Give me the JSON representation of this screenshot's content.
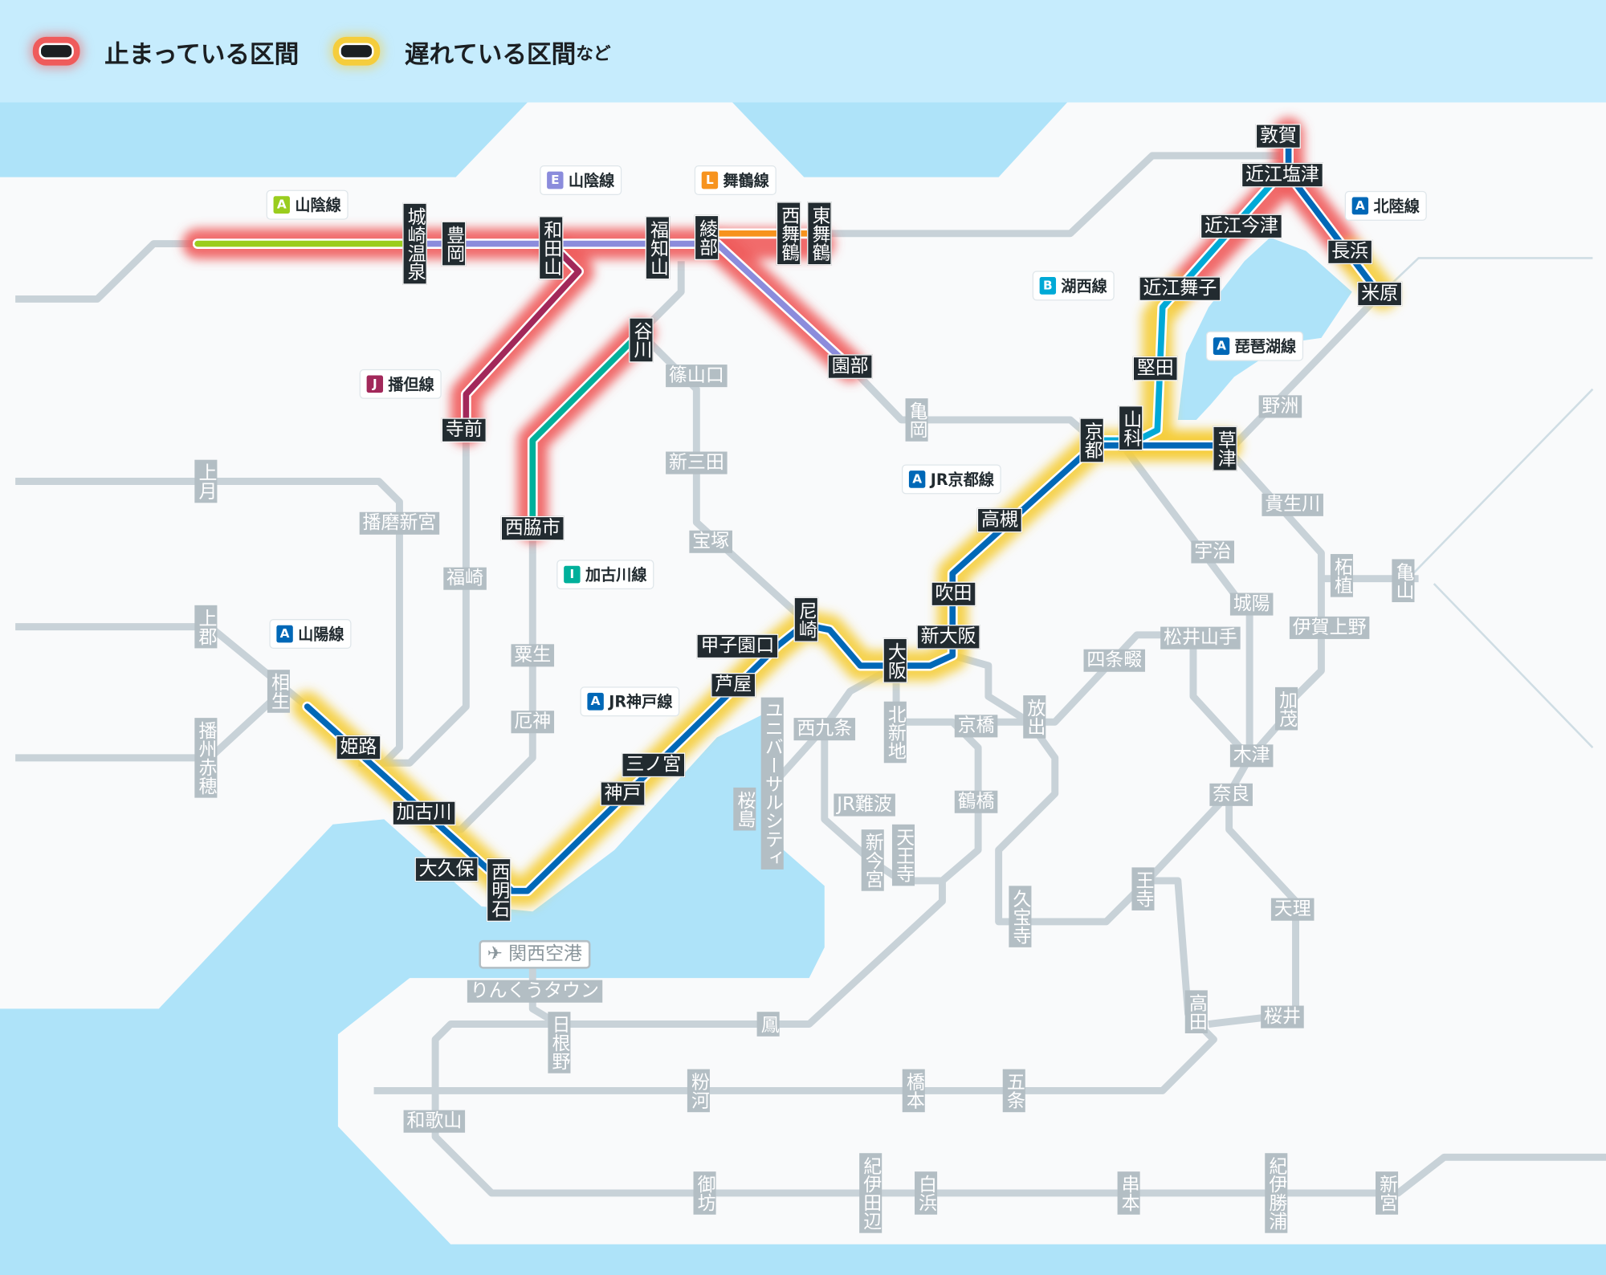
{
  "legend": {
    "stopped_label": "止まっている区間",
    "delayed_label": "遅れている区間",
    "delayed_suffix": "など",
    "stopped_color": "#ef5b5b",
    "delayed_color": "#f5cd3c"
  },
  "lines": [
    {
      "code": "A",
      "name": "山陰線",
      "color": "#9acd1e"
    },
    {
      "code": "E",
      "name": "山陰線",
      "color": "#8b8cdc"
    },
    {
      "code": "L",
      "name": "舞鶴線",
      "color": "#f7931e"
    },
    {
      "code": "J",
      "name": "播但線",
      "color": "#a2285a"
    },
    {
      "code": "I",
      "name": "加古川線",
      "color": "#00b09b"
    },
    {
      "code": "A",
      "name": "山陽線",
      "color": "#0068b7"
    },
    {
      "code": "A",
      "name": "JR神戸線",
      "color": "#0068b7"
    },
    {
      "code": "A",
      "name": "JR京都線",
      "color": "#0068b7"
    },
    {
      "code": "B",
      "name": "湖西線",
      "color": "#00a9d6"
    },
    {
      "code": "A",
      "name": "琵琶湖線",
      "color": "#0068b7"
    },
    {
      "code": "A",
      "name": "北陸線",
      "color": "#0068b7"
    }
  ],
  "stations": {
    "kinosaki": "城崎温泉",
    "toyooka": "豊岡",
    "wadayama": "和田山",
    "fukuchiyama": "福知山",
    "ayabe": "綾部",
    "nishimaizuru": "西舞鶴",
    "higashimaizuru": "東舞鶴",
    "teramae": "寺前",
    "tanikawa": "谷川",
    "nishiwaki": "西脇市",
    "sonobe": "園部",
    "tsuruga": "敦賀",
    "shiotsu": "近江塩津",
    "imazu": "近江今津",
    "maiko": "近江舞子",
    "nagahama": "長浜",
    "maibara": "米原",
    "katata": "堅田",
    "kyoto": "京都",
    "yamashina": "山科",
    "kusatsu": "草津",
    "takatsuki": "高槻",
    "suita": "吹田",
    "shinosaka": "新大阪",
    "osaka": "大阪",
    "amagasaki": "尼崎",
    "koshienguchi": "甲子園口",
    "ashiya": "芦屋",
    "sannomiya": "三ノ宮",
    "kobe": "神戸",
    "himeji": "姫路",
    "kakogawa": "加古川",
    "okubo": "大久保",
    "nishiakashi": "西明石",
    "sasayamaguchi": "篠山口",
    "shinsanda": "新三田",
    "takarazuka": "宝塚",
    "kameoka": "亀岡",
    "kozuki": "上月",
    "harimashingu": "播磨新宮",
    "fukusaki": "福崎",
    "kamigori": "上郡",
    "aioi": "相生",
    "banshuako": "播州赤穂",
    "ao": "粟生",
    "yakujin": "厄神",
    "yasu": "野洲",
    "kibukawa": "貴生川",
    "uji": "宇治",
    "joyo": "城陽",
    "tsuge": "柘植",
    "kameyama": "亀山",
    "igaueno": "伊賀上野",
    "matsuiyamate": "松井山手",
    "shijonawate": "四条畷",
    "hanaten": "放出",
    "kyobashi": "京橋",
    "kitashinchi": "北新地",
    "nishikujo": "西九条",
    "usj": "ユニバーサルシティ",
    "sakurajima": "桜島",
    "jrnamba": "JR難波",
    "shinimamiya": "新今宮",
    "tennoji": "天王寺",
    "tsuruhashi": "鶴橋",
    "kamo": "加茂",
    "kizu": "木津",
    "nara": "奈良",
    "oji": "王寺",
    "kyuhoji": "久宝寺",
    "tenri": "天理",
    "takada": "高田",
    "sakurai": "桜井",
    "kix": "関西空港",
    "rinku": "りんくうタウン",
    "hineno": "日根野",
    "otori": "鳳",
    "wakayama": "和歌山",
    "kokawa": "粉河",
    "hashimoto": "橋本",
    "gojo": "五条",
    "gobo": "御坊",
    "kiitanabe": "紀伊田辺",
    "shirahama": "白浜",
    "kushimoto": "串本",
    "kiikatsuura": "紀伊勝浦",
    "shingu": "新宮"
  }
}
